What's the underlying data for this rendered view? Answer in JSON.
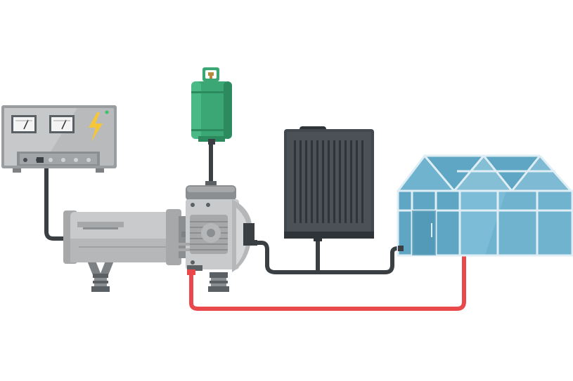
{
  "diagram": {
    "components": {
      "power_supply": {
        "icon": "power-supply-icon",
        "meters": 2,
        "symbol": "lightning-bolt-icon"
      },
      "gas_cylinder": {
        "icon": "gas-cylinder-icon"
      },
      "motor": {
        "icon": "electric-motor-icon"
      },
      "heat_pump_unit": {
        "icon": "compressor-icon"
      },
      "radiator": {
        "icon": "radiator-icon"
      },
      "greenhouse": {
        "icon": "greenhouse-icon"
      }
    },
    "connections": [
      {
        "from": "power_supply",
        "to": "motor",
        "kind": "cable"
      },
      {
        "from": "gas_cylinder",
        "to": "heat_pump_unit",
        "kind": "gas-line"
      },
      {
        "from": "heat_pump_unit",
        "to": "radiator",
        "kind": "pipe"
      },
      {
        "from": "radiator",
        "to": "greenhouse",
        "kind": "pipe"
      },
      {
        "from": "heat_pump_unit",
        "to": "greenhouse",
        "kind": "hot-pipe"
      }
    ]
  },
  "colors": {
    "pipe_dark": "#3a3f44",
    "pipe_hot": "#e9494b",
    "cylinder_green": "#3aa775",
    "cylinder_green_dark": "#2c8a5f",
    "metal_light": "#c9cacb",
    "metal_mid": "#a6a8aa",
    "metal_dark": "#7d8184",
    "radiator": "#43484d",
    "glass": "#6fb3cf",
    "glass_light": "#9ed0e3",
    "frame": "#dfeef4",
    "bolt": "#f5c63a"
  }
}
